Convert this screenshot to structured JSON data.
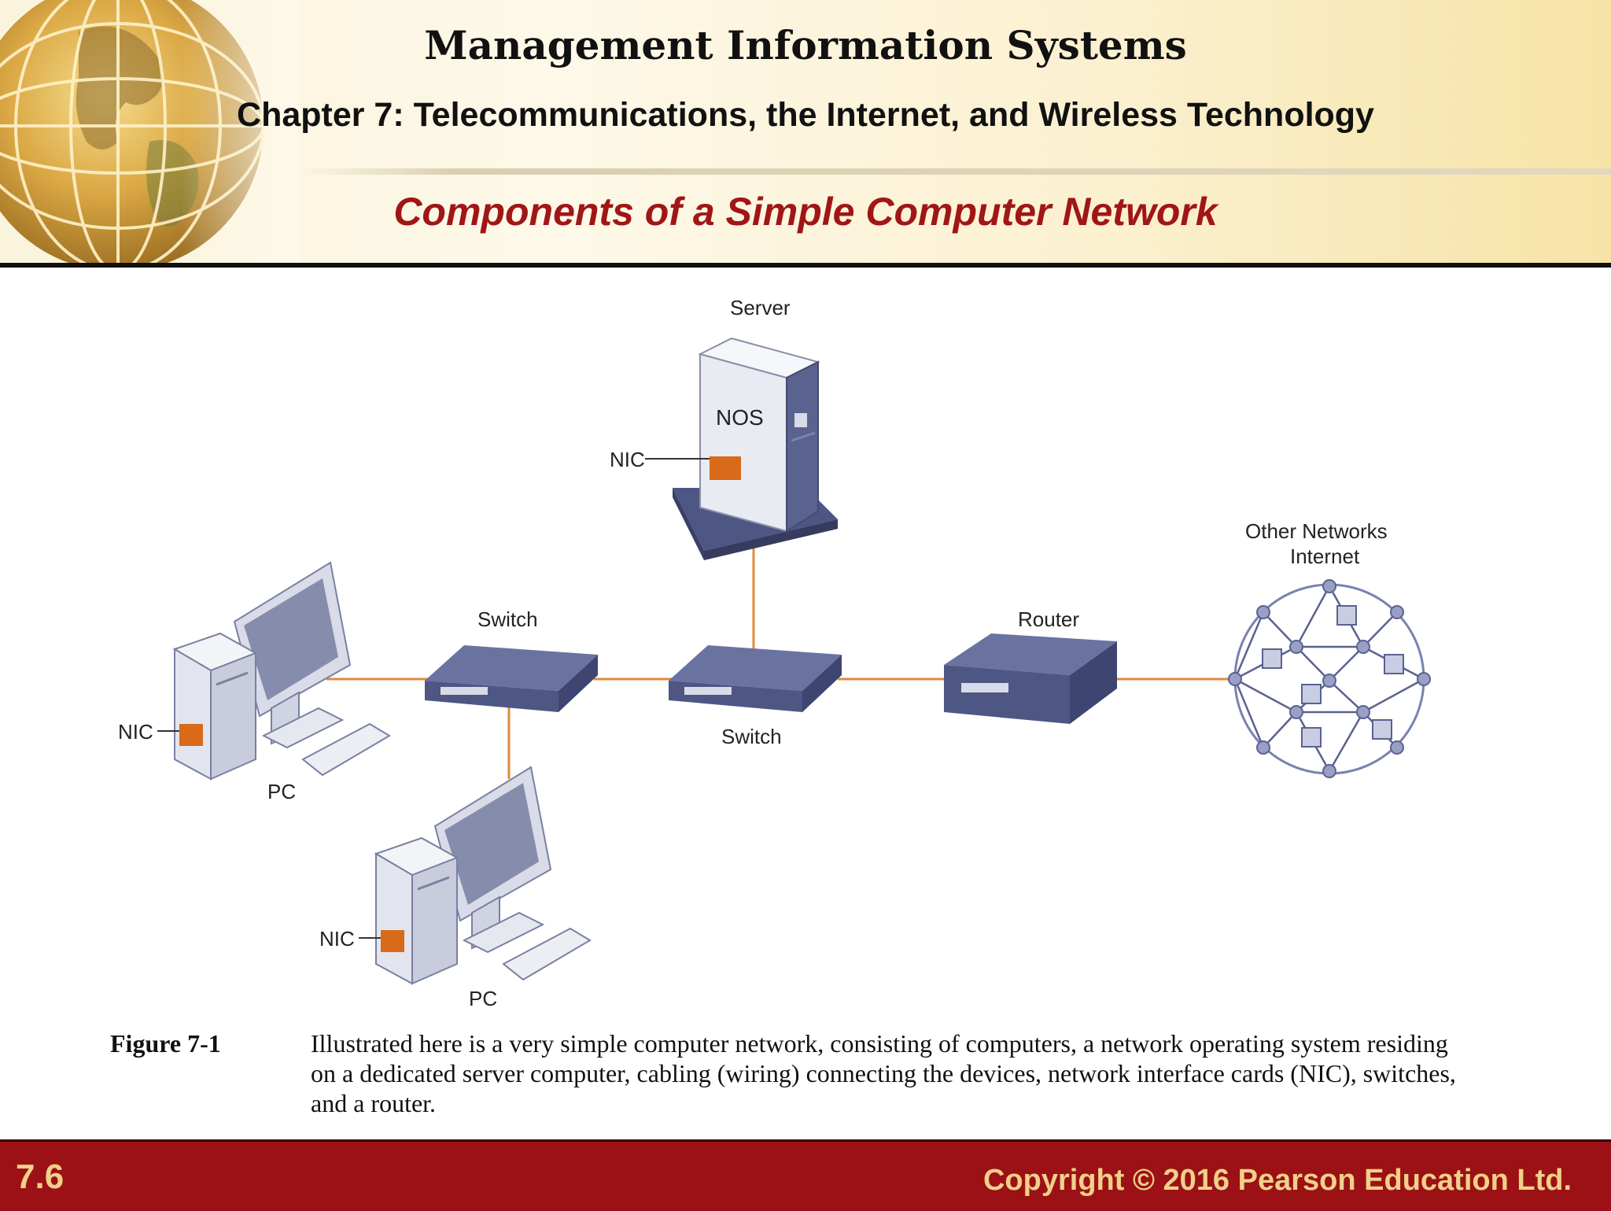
{
  "header": {
    "course_title": "Management Information Systems",
    "chapter_title": "Chapter 7: Telecommunications, the Internet, and Wireless Technology",
    "slide_title": "Components of a Simple Computer Network"
  },
  "diagram": {
    "labels": {
      "server": "Server",
      "nos": "NOS",
      "nic": "NIC",
      "switch": "Switch",
      "router": "Router",
      "other_networks": "Other Networks",
      "internet": "Internet",
      "pc": "PC"
    }
  },
  "caption": {
    "label": "Figure 7-1",
    "text": "Illustrated here is a very simple computer network, consisting of computers, a network operating system residing on a dedicated server computer, cabling (wiring) connecting the devices, network interface cards (NIC), switches, and a router."
  },
  "footer": {
    "slide_number": "7.6",
    "copyright": "Copyright © 2016 Pearson Education Ltd."
  },
  "colors": {
    "accent_red": "#a01616",
    "footer_bg": "#9c1115",
    "footer_text": "#f1d08a",
    "cable_orange": "#e08a3a",
    "device_blue": "#545c8c",
    "nic_orange": "#d96a1a"
  }
}
